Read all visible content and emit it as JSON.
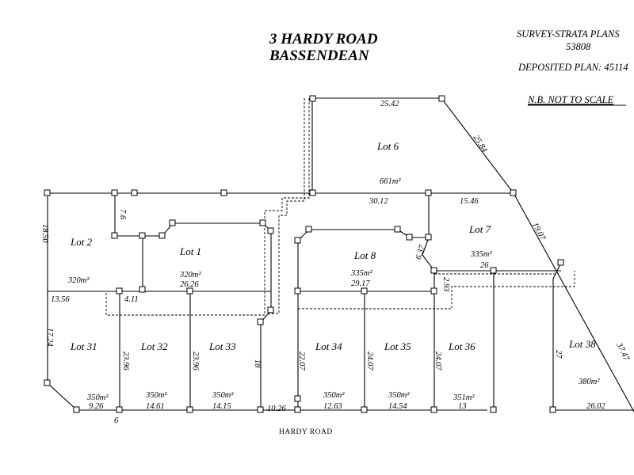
{
  "title": {
    "line1": "3 HARDY ROAD",
    "line2": "BASSENDEAN"
  },
  "header": {
    "survey": "SURVEY-STRATA PLANS",
    "plan_no": "53808",
    "deposited": "DEPOSITED PLAN: 45114",
    "note": "N.B. NOT TO SCALE"
  },
  "road_label": "HARDY ROAD",
  "lots": {
    "lot6": "Lot 6",
    "lot7": "Lot 7",
    "lot2": "Lot 2",
    "lot1": "Lot 1",
    "lot8": "Lot 8",
    "lot31": "Lot 31",
    "lot32": "Lot 32",
    "lot33": "Lot 33",
    "lot34": "Lot 34",
    "lot35": "Lot 35",
    "lot36": "Lot 36",
    "lot38": "Lot  38"
  },
  "areas": {
    "lot6": "661m²",
    "lot7": "335m²",
    "lot2": "320m²",
    "lot1": "320m²",
    "lot8": "335m²",
    "lot31": "350m²",
    "lot32": "350m²",
    "lot33": "350m²",
    "lot34": "350m²",
    "lot35": "350m²",
    "lot36": "351m²",
    "lot38": "380m²"
  },
  "dims": {
    "d2542": "25.42",
    "d2584": "25.84",
    "d3012": "30.12",
    "d1546": "15.46",
    "d1907": "19.07",
    "d1850": "18.50",
    "d76": "7.6",
    "d2626": "26.26",
    "d1356": "13.56",
    "d411": "4.11",
    "d2917": "29.17",
    "d637": "6.37",
    "d26": "26",
    "d293": "2.93",
    "d1724": "17.24",
    "d2396a": "23.96",
    "d2396b": "23.96",
    "d18": "18",
    "d2207": "22.07",
    "d2407a": "24.07",
    "d2407b": "24.07",
    "d27": "27",
    "d3747": "37.47",
    "d926": "9.26",
    "d6": "6",
    "d1461": "14.61",
    "d1415": "14.15",
    "d1026": "10.26",
    "d1263": "12.63",
    "d1454": "14.54",
    "d13": "13",
    "d2602": "26.02"
  }
}
